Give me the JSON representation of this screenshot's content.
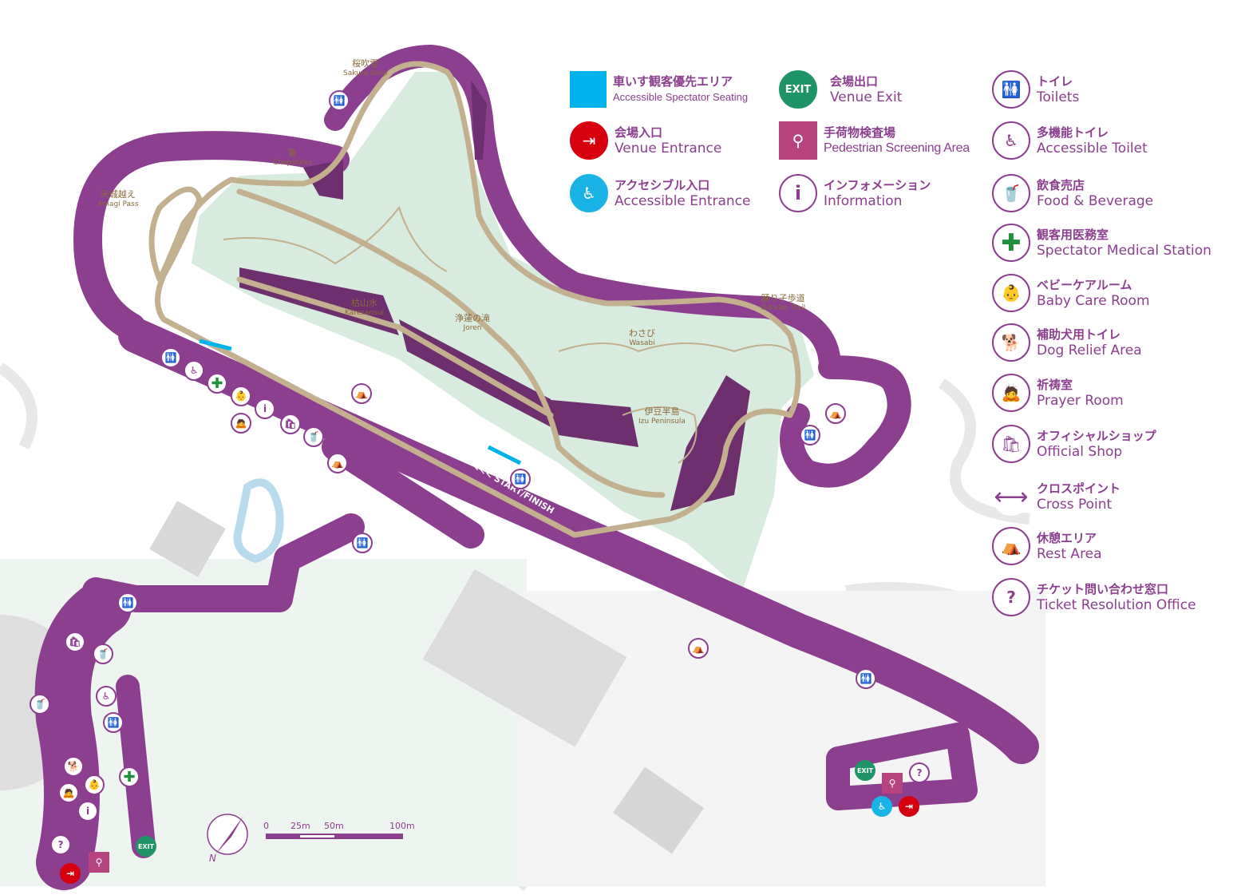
{
  "legend": [
    {
      "jp": "車いす観客優先エリア",
      "en": "Accessible Spectator Seating",
      "icon": "accessible-seating-square"
    },
    {
      "jp": "会場出口",
      "en": "Venue Exit",
      "icon": "exit-icon",
      "glyph": "EXIT"
    },
    {
      "jp": "会場入口",
      "en": "Venue Entrance",
      "icon": "entrance-icon",
      "glyph": "⇥"
    },
    {
      "jp": "手荷物検査場",
      "en": "Pedestrian Screening Area",
      "icon": "screening-icon",
      "glyph": "⚲"
    },
    {
      "jp": "アクセシブル入口",
      "en": "Accessible Entrance",
      "icon": "accessible-entrance-icon",
      "glyph": "♿"
    },
    {
      "jp": "インフォメーション",
      "en": "Information",
      "icon": "info-icon",
      "glyph": "i"
    },
    {
      "jp": "トイレ",
      "en": "Toilets",
      "icon": "toilet-icon",
      "glyph": "🚻"
    },
    {
      "jp": "多機能トイレ",
      "en": "Accessible Toilet",
      "icon": "accessible-toilet-icon",
      "glyph": "♿"
    },
    {
      "jp": "飲食売店",
      "en": "Food & Beverage",
      "icon": "food-icon",
      "glyph": "🥤"
    },
    {
      "jp": "観客用医務室",
      "en": "Spectator Medical Station",
      "icon": "medical-icon",
      "glyph": "✚"
    },
    {
      "jp": "ベビーケアルーム",
      "en": "Baby Care Room",
      "icon": "baby-care-icon",
      "glyph": "👶"
    },
    {
      "jp": "補助犬用トイレ",
      "en": "Dog Relief Area",
      "icon": "dog-relief-icon",
      "glyph": "🐕"
    },
    {
      "jp": "祈祷室",
      "en": "Prayer Room",
      "icon": "prayer-icon",
      "glyph": "🙇"
    },
    {
      "jp": "オフィシャルショップ",
      "en": "Official Shop",
      "icon": "shop-icon",
      "glyph": "🛍"
    },
    {
      "jp": "クロスポイント",
      "en": "Cross Point",
      "icon": "cross-point-icon",
      "glyph": "⟷"
    },
    {
      "jp": "休憩エリア",
      "en": "Rest Area",
      "icon": "rest-area-icon",
      "glyph": "⛺"
    },
    {
      "jp": "チケット問い合わせ窓口",
      "en": "Ticket Resolution Office",
      "icon": "ticket-icon",
      "glyph": "?"
    }
  ],
  "places": [
    {
      "jp": "桜吹雪",
      "en": "Sakura Drop"
    },
    {
      "jp": "箸",
      "en": "Chopsticks"
    },
    {
      "jp": "天城越え",
      "en": "Amagi Pass"
    },
    {
      "jp": "枯山水",
      "en": "Karesansui"
    },
    {
      "jp": "浄蓮の滝",
      "en": "Joren"
    },
    {
      "jp": "わさび",
      "en": "Wasabi"
    },
    {
      "jp": "踊り子歩道",
      "en": "Odoriko Trail"
    },
    {
      "jp": "伊豆半島",
      "en": "Izu Peninsula"
    }
  ],
  "track": {
    "start_finish": "<<< START/FINISH"
  },
  "map_icons": {
    "exit": "EXIT",
    "info": "i",
    "toilet": "🚻",
    "med": "✚",
    "food": "🥤",
    "rest": "⛺",
    "ent": "⇥",
    "acc": "♿",
    "ticket": "?",
    "scr": "⚲",
    "shop": "🛍",
    "baby": "👶",
    "prayer": "🙇",
    "dog": "🐕"
  },
  "scale": {
    "t0": "0",
    "t1": "25m",
    "t2": "50m",
    "t3": "100m"
  },
  "compass": "N",
  "colors": {
    "purple": "#8b3f8e",
    "dark_purple": "#6e2f6e",
    "track": "#c2b08f",
    "green": "#d8ebdf",
    "grey": "#e6e6e6"
  }
}
